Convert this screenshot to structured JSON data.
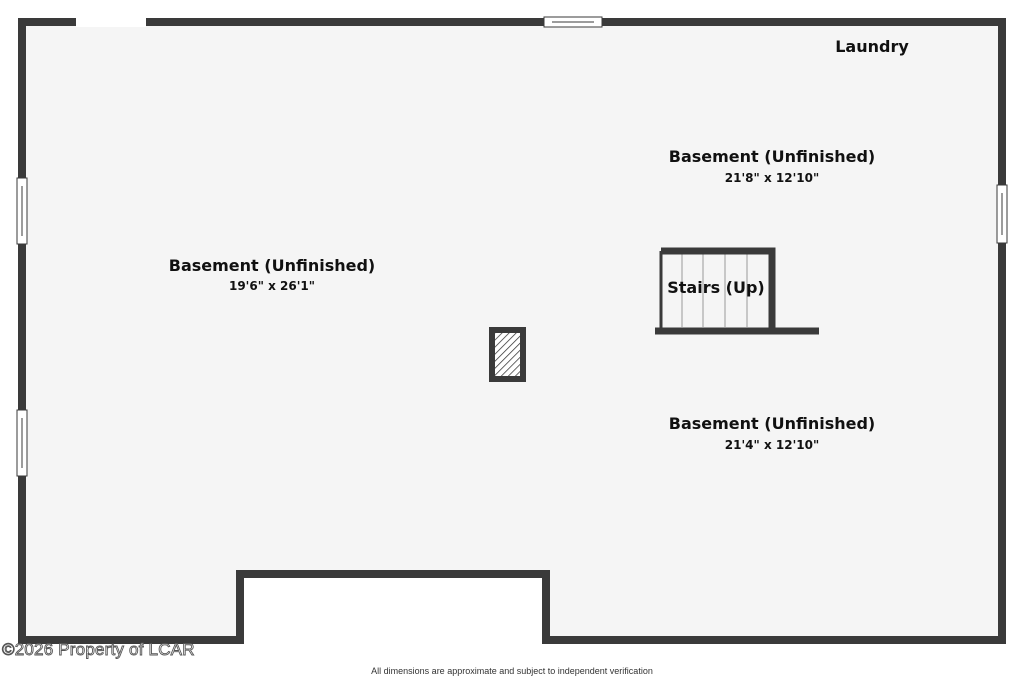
{
  "colors": {
    "floor_fill": "#f5f5f5",
    "wall": "#3a3a3a",
    "window_fill": "#ffffff",
    "text": "#111111",
    "background": "#ffffff"
  },
  "rooms": {
    "laundry": {
      "label": "Laundry"
    },
    "basement_upper_right": {
      "label": "Basement (Unfinished)",
      "dimensions": "21'8\" x 12'10\""
    },
    "basement_left": {
      "label": "Basement (Unfinished)",
      "dimensions": "19'6\" x 26'1\""
    },
    "basement_lower_right": {
      "label": "Basement (Unfinished)",
      "dimensions": "21'4\" x 12'10\""
    }
  },
  "stairs": {
    "label": "Stairs (Up)"
  },
  "footer": {
    "watermark": "©2026 Property of LCAR",
    "disclaimer": "All dimensions are approximate and subject to independent verification"
  }
}
